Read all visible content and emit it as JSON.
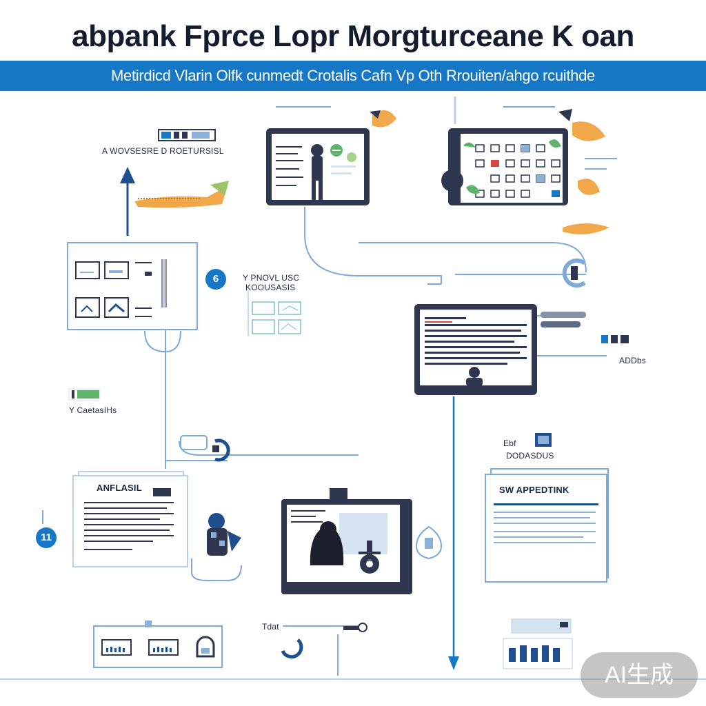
{
  "title": "abpank Fprce Lopr Morgturceane K oan",
  "subtitle": "Metirdicd Vlarin Olfk cunmedt Crotalis Cafn Vp Oth Rrouiten/ahgo rcuithde",
  "labels": {
    "top_left": "A WOVSESRE D ROETURSISL",
    "mid_left_1": "Y PNOVL USC",
    "mid_left_2": "KOOUSASIS",
    "right_mid": "ADDbs",
    "left_small": "Y CaetasIHs",
    "right_pair_1": "Ebf",
    "right_pair_2": "DODASDUS",
    "doc_left": "ANFLASIL",
    "doc_right": "SW APPEDTINK",
    "bottom_small": "Tdat"
  },
  "badges": {
    "step_a": "6",
    "step_b": "11"
  },
  "watermark": "AI生成",
  "colors": {
    "accent_blue": "#1677c7",
    "navy": "#2e3650",
    "line_blue": "#7fa9d6",
    "orange": "#f0a84a"
  },
  "icons": [
    "up-arrow-icon",
    "down-arrow-icon",
    "person-icon",
    "calendar-grid-icon",
    "gauge-icon",
    "gear-icon",
    "lock-icon",
    "hand-icon",
    "pencil-icon"
  ]
}
